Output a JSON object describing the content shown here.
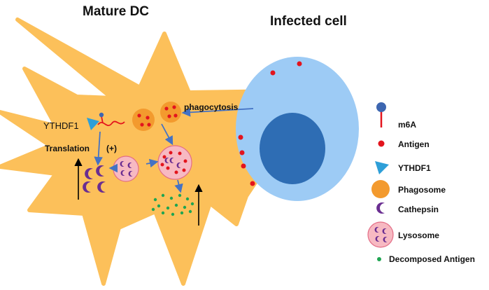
{
  "titles": {
    "mature_dc": "Mature DC",
    "infected_cell": "Infected cell"
  },
  "labels": {
    "ythdf1": "YTHDF1",
    "translation": "Translation",
    "plus": "(+)",
    "phagocytosis": "phagocytosis"
  },
  "legend": [
    {
      "label": "m6A",
      "icon": "m6a-icon"
    },
    {
      "label": "Antigen",
      "icon": "antigen-icon"
    },
    {
      "label": "YTHDF1",
      "icon": "ythdf1-icon"
    },
    {
      "label": "Phagosome",
      "icon": "phagosome-icon"
    },
    {
      "label": "Cathepsin",
      "icon": "cathepsin-icon"
    },
    {
      "label": "Lysosome",
      "icon": "lysosome-icon"
    },
    {
      "label": "Decomposed Antigen",
      "icon": "decomposed-antigen-icon"
    }
  ],
  "colors": {
    "dc_body": "#FCC05A",
    "cell_outer": "#9DCBF5",
    "cell_nucleus": "#2E6DB4",
    "antigen": "#E3141D",
    "phagosome": "#F39A2E",
    "lysosome": "#F7B9C2",
    "cathepsin": "#6A2E91",
    "m6a_head": "#3D66B0",
    "ythdf1": "#2E9FD8",
    "decomposed": "#1FA552",
    "arrow": "#4472C4"
  }
}
